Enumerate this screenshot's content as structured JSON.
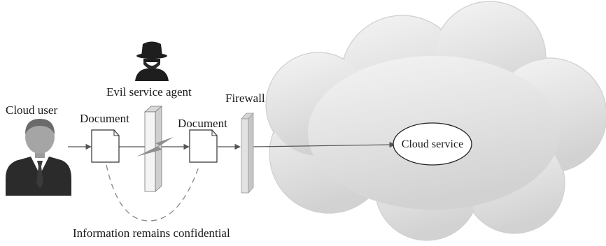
{
  "labels": {
    "cloud_user": "Cloud user",
    "evil_agent": "Evil service agent",
    "firewall": "Firewall",
    "document_left": "Document",
    "document_right": "Document",
    "cloud_service": "Cloud service",
    "confidential": "Information remains confidential"
  },
  "icons": {
    "cloud_user": "user-avatar-icon",
    "evil_agent": "spy-agent-icon",
    "document": "document-icon",
    "attack": "lightning-bolt-icon",
    "cloud": "cloud-icon"
  },
  "colors": {
    "line": "#666666",
    "cloud_fill": "#e3e3e3",
    "wall_fill": "#f2f2f2",
    "firewall_fill": "#e0e0e0"
  }
}
